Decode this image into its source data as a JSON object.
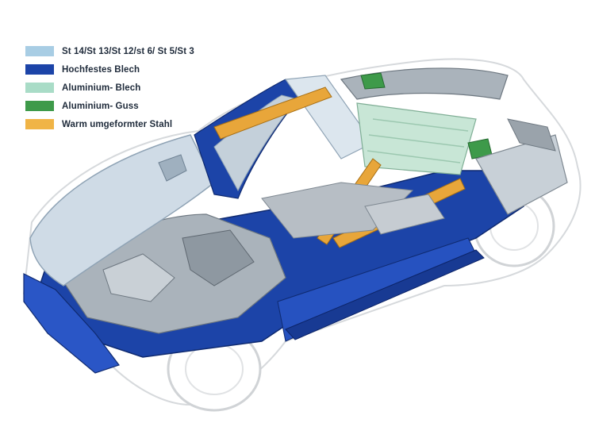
{
  "legend": {
    "items": [
      {
        "label": "St 14/St 13/St 12/st 6/ St 5/St 3",
        "color": "#a8cde4"
      },
      {
        "label": "Hochfestes Blech",
        "color": "#1c44a8"
      },
      {
        "label": "Aluminium- Blech",
        "color": "#a9dcc7"
      },
      {
        "label": "Aluminium- Guss",
        "color": "#3e9a4a"
      },
      {
        "label": "Warm umgeformter Stahl",
        "color": "#f0b446"
      }
    ]
  },
  "colors": {
    "body_outline": "#d6d9dc",
    "mild_steel": "#b8cfe0",
    "high_strength": "#1c44a8",
    "aluminium_sheet": "#c8e6d6",
    "aluminium_cast": "#3e9a4a",
    "hot_formed": "#e8a63a",
    "hood": "#cfdbe6",
    "engine_grey": "#9aa3ab"
  }
}
